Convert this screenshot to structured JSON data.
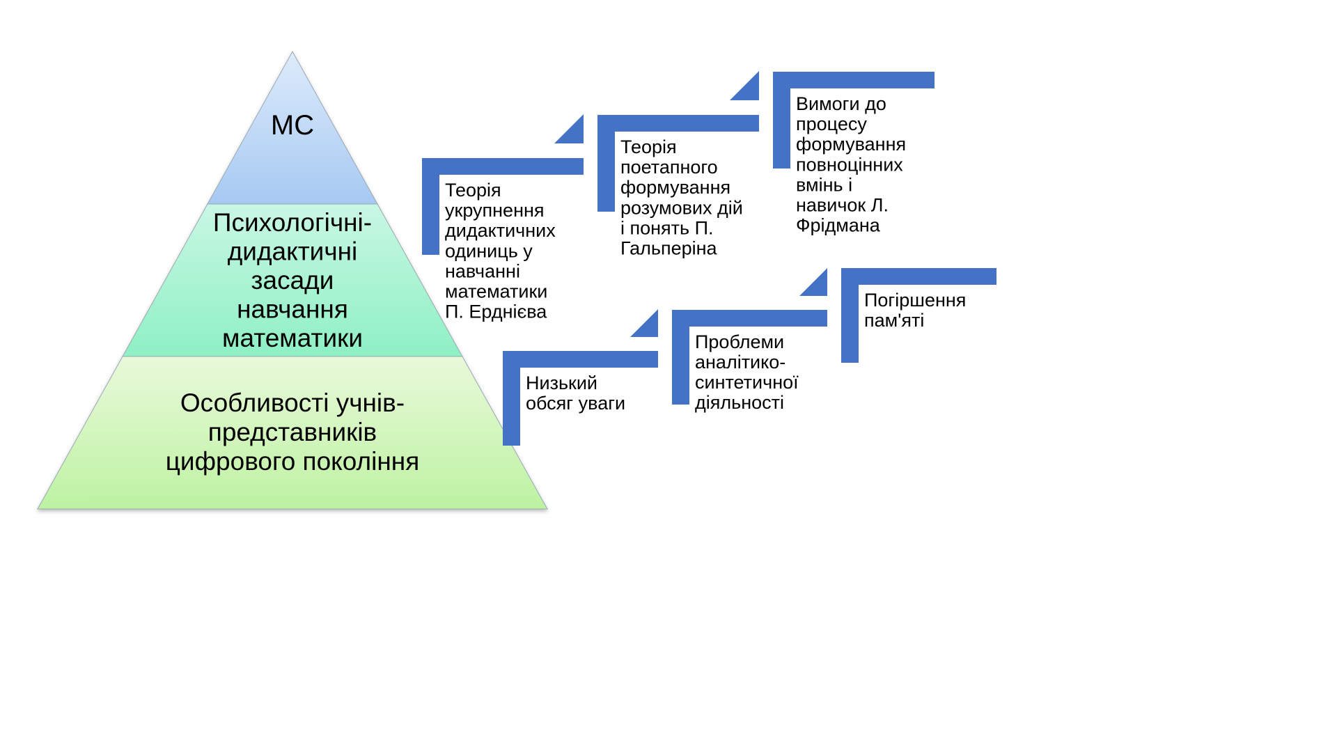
{
  "pyramid": {
    "levels": [
      {
        "lines": [
          "МС"
        ]
      },
      {
        "lines": [
          "Психологічні-",
          "дидактичні",
          "засади",
          "навчання",
          "математики"
        ]
      },
      {
        "lines": [
          "Особливості учнів-",
          "представників",
          "цифрового покоління"
        ]
      }
    ]
  },
  "upper_steps": [
    {
      "lines": [
        "Теорія",
        "укрупнення",
        "дидактичних",
        "одиниць у",
        "навчанні",
        "математики",
        "П. Ерднієва"
      ]
    },
    {
      "lines": [
        "Теорія",
        "поетапного",
        "формування",
        "розумових дій",
        "і понять П.",
        "Гальперіна"
      ]
    },
    {
      "lines": [
        "Вимоги до",
        "процесу",
        "формування",
        "повноцінних",
        "вмінь і",
        "навичок Л.",
        "Фрідмана"
      ]
    }
  ],
  "lower_steps": [
    {
      "lines": [
        "Низький",
        "обсяг уваги"
      ]
    },
    {
      "lines": [
        "Проблеми",
        "аналітико-",
        "синтетичної",
        "діяльності"
      ]
    },
    {
      "lines": [
        "Погіршення",
        "пам'яті"
      ]
    }
  ],
  "colors": {
    "accent_blue": "#4472C4",
    "top_fill_start": "#DDEBFB",
    "top_fill_end": "#A6C9F2",
    "mid_fill_start": "#C9F7E4",
    "mid_fill_end": "#8EF0C4",
    "bottom_fill_start": "#E9F9DA",
    "bottom_fill_end": "#BDF2A2"
  }
}
